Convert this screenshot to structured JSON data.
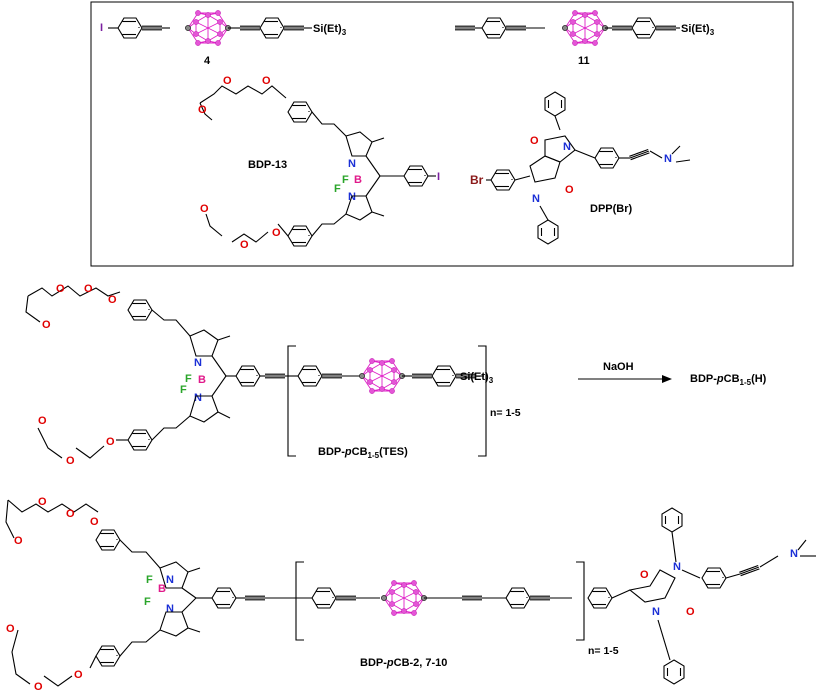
{
  "compounds": {
    "c4": "4",
    "c11": "11",
    "bdp13": "BDP-13",
    "dppbr": "DPP(Br)",
    "bdp_pcb_tes_prefix": "BDP-",
    "bdp_pcb_tes_p": "p",
    "bdp_pcb_tes_cb": "CB",
    "bdp_pcb_tes_sub": "1-5",
    "bdp_pcb_tes_suffix": "(TES)",
    "bdp_pcb_h_prefix": "BDP-",
    "bdp_pcb_h_p": "p",
    "bdp_pcb_h_cb": "CB",
    "bdp_pcb_h_sub": "1-5",
    "bdp_pcb_h_suffix": "(H)",
    "final_prefix": "BDP-",
    "final_p": "p",
    "final_suffix": "CB-2, 7-10"
  },
  "reagent": "NaOH",
  "repeat_label_1": "n= 1-5",
  "repeat_label_2": "n= 1-5",
  "atoms": {
    "N": "N",
    "O": "O",
    "F": "F",
    "B": "B",
    "I": "I",
    "Br": "Br",
    "si": "Si(Et)",
    "si_sub": "3"
  },
  "colors": {
    "nitrogen": "#1a2fd6",
    "oxygen": "#e00000",
    "fluorine": "#2aa52a",
    "boron": "#e0198a",
    "iodine": "#7a1fa0",
    "bromine": "#8b1a1a",
    "carborane": "#e020c8"
  }
}
